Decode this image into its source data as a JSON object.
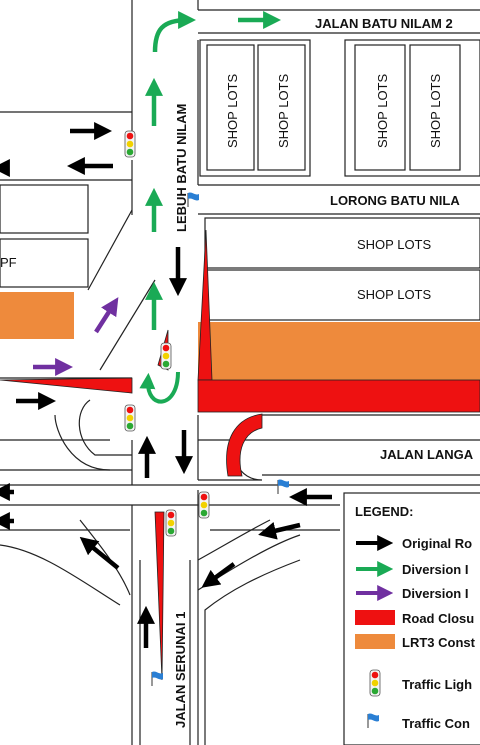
{
  "roads": {
    "jalan_batu_nilam_2": "JALAN BATU NILAM 2",
    "lebuh_batu_nilam": "LEBUH BATU NILAM",
    "lorong_batu_nilam": "LORONG BATU NILA",
    "jalan_langat": "JALAN LANGA",
    "jalan_serunai_1": "JALAN SERUNAI 1"
  },
  "buildings": {
    "shop_lots": "SHOP LOTS",
    "partial_label": "PF"
  },
  "legend": {
    "title": "LEGEND:",
    "items": [
      {
        "key": "original",
        "label": "Original Ro",
        "color": "#000000"
      },
      {
        "key": "diversion_green",
        "label": "Diversion I",
        "color": "#1aaa55"
      },
      {
        "key": "diversion_purple",
        "label": "Diversion I",
        "color": "#7030a0"
      },
      {
        "key": "closure",
        "label": "Road Closu",
        "color": "#ee1111"
      },
      {
        "key": "lrt3",
        "label": "LRT3 Const",
        "color": "#ee8a3c"
      },
      {
        "key": "traffic_light",
        "label": "Traffic Ligh",
        "color": "#222222"
      },
      {
        "key": "traffic_cone",
        "label": "Traffic Con",
        "color": "#2a7fd4"
      }
    ]
  },
  "colors": {
    "black_arrow": "#000000",
    "green_arrow": "#1aaa55",
    "purple_arrow": "#7030a0",
    "closure_red": "#ee1111",
    "lrt3_orange": "#ee8a3c",
    "flag_blue": "#2a7fd4"
  }
}
